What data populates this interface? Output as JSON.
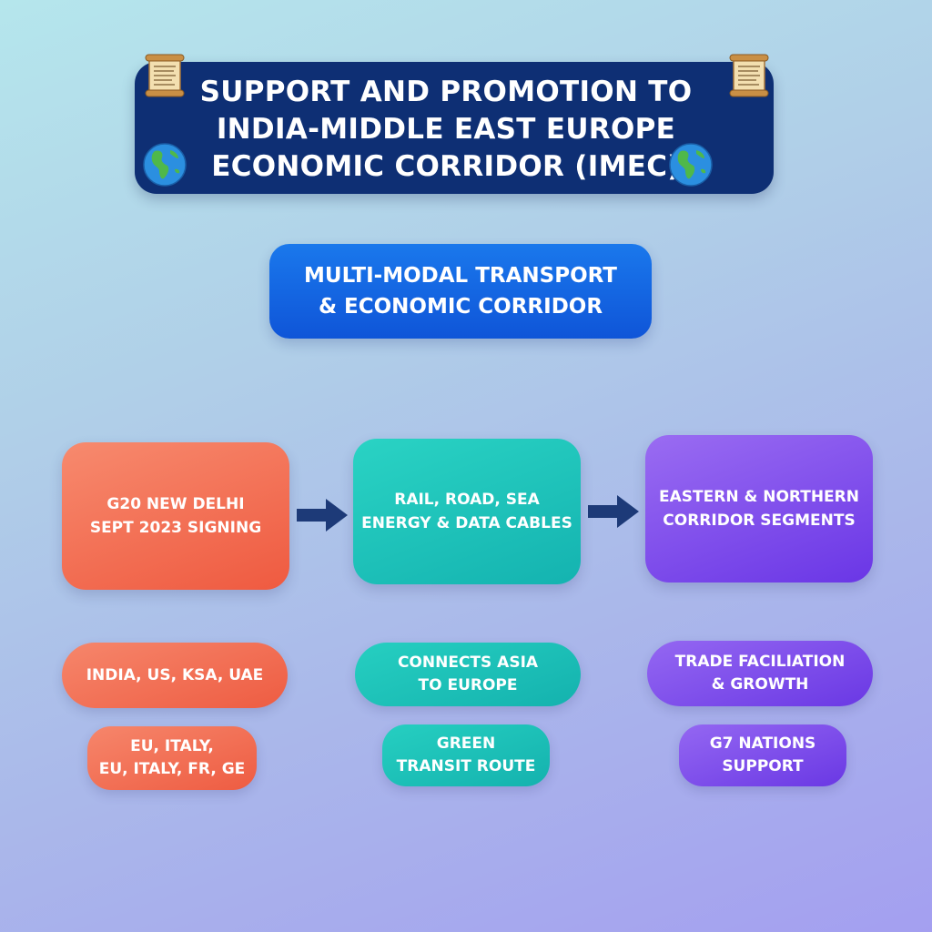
{
  "header": {
    "title": "SUPPORT AND PROMOTION TO\nINDIA-MIDDLE EAST EUROPE\nECONOMIC CORRIDOR (IMEC)"
  },
  "subtitle": "MULTI-MODAL TRANSPORT\n& ECONOMIC CORRIDOR",
  "flow": {
    "steps": [
      {
        "label": "G20 NEW DELHI\nSEPT 2023 SIGNING"
      },
      {
        "label": "RAIL, ROAD, SEA\nENERGY & DATA CABLES"
      },
      {
        "label": "EASTERN & NORTHERN\nCORRIDOR SEGMENTS"
      }
    ]
  },
  "details": {
    "signing": [
      "INDIA, US, KSA, UAE",
      "EU, ITALY,\nEU, ITALY, FR, GE"
    ],
    "modes": [
      "CONNECTS ASIA\nTO EUROPE",
      "GREEN\nTRANSIT ROUTE"
    ],
    "segments": [
      "TRADE FACILIATION\n& GROWTH",
      "G7 NATIONS\nSUPPORT"
    ]
  },
  "colors": {
    "banner": "#0e2f74",
    "subtitle": "#1466e2",
    "coral": "#f2694f",
    "teal": "#1bc0b8",
    "purple": "#7c4aec",
    "arrow": "#1d3a78"
  },
  "icons": {
    "banner_corners": "scroll-icon",
    "banner_sides": "globe-icon",
    "connector": "arrow-right-icon"
  }
}
